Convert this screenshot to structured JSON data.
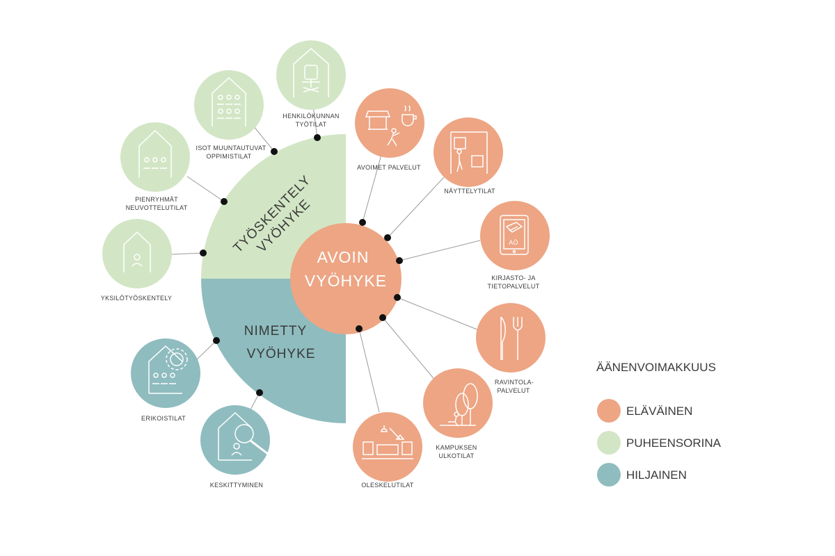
{
  "colors": {
    "orange": "#eda584",
    "green": "#d2e6c5",
    "teal": "#8fbcbf",
    "line": "#9a9a9a",
    "dot": "#111111",
    "icon": "#ffffff",
    "text": "#3a3a3a"
  },
  "zones": {
    "working": {
      "line1": "TYÖSKENTELY",
      "line2": "VYÖHYKE"
    },
    "named": {
      "line1": "NIMETTY",
      "line2": "VYÖHYKE"
    },
    "open": {
      "line1": "AVOIN",
      "line2": "VYÖHYKE"
    }
  },
  "nodes": {
    "henkilokunnan": {
      "label1": "HENKILÖKUNNAN",
      "label2": "TYÖTILAT",
      "icon": "office-chair-icon"
    },
    "isot": {
      "label1": "ISOT MUUNTAUTUVAT",
      "label2": "OPPIMISTILAT",
      "icon": "large-group-icon"
    },
    "pienryhmat": {
      "label1": "PIENRYHMÄT",
      "label2": "NEUVOTTELUTILAT",
      "icon": "small-group-icon"
    },
    "yksilo": {
      "label1": "YKSILÖTYÖSKENTELY",
      "icon": "single-person-icon"
    },
    "erikois": {
      "label1": "ERIKOISTILAT",
      "icon": "gear-group-icon"
    },
    "keskitty": {
      "label1": "KESKITTYMINEN",
      "icon": "magnifier-person-icon"
    },
    "avoimet": {
      "label1": "AVOIMET PALVELUT",
      "icon": "kiosk-coffee-icon"
    },
    "nayttely": {
      "label1": "NÄYTTELYTILAT",
      "icon": "exhibition-icon"
    },
    "kirjasto": {
      "label1": "KIRJASTO- JA",
      "label2": "TIETOPALVELUT",
      "icon": "tablet-book-icon"
    },
    "ravintola": {
      "label1": "RAVINTOLA-",
      "label2": "PALVELUT",
      "icon": "knife-fork-icon"
    },
    "kampus": {
      "label1": "KAMPUKSEN",
      "label2": "ULKOTILAT",
      "icon": "tree-person-icon"
    },
    "oleskelu": {
      "label1": "OLESKELUTILAT",
      "icon": "lounge-sofa-icon"
    }
  },
  "legend": {
    "title": "ÄÄNENVOIMAKKUUS",
    "items": [
      {
        "label": "ELÄVÄINEN",
        "color": "#eda584"
      },
      {
        "label": "PUHEENSORINA",
        "color": "#d2e6c5"
      },
      {
        "label": "HILJAINEN",
        "color": "#8fbcbf"
      }
    ]
  }
}
